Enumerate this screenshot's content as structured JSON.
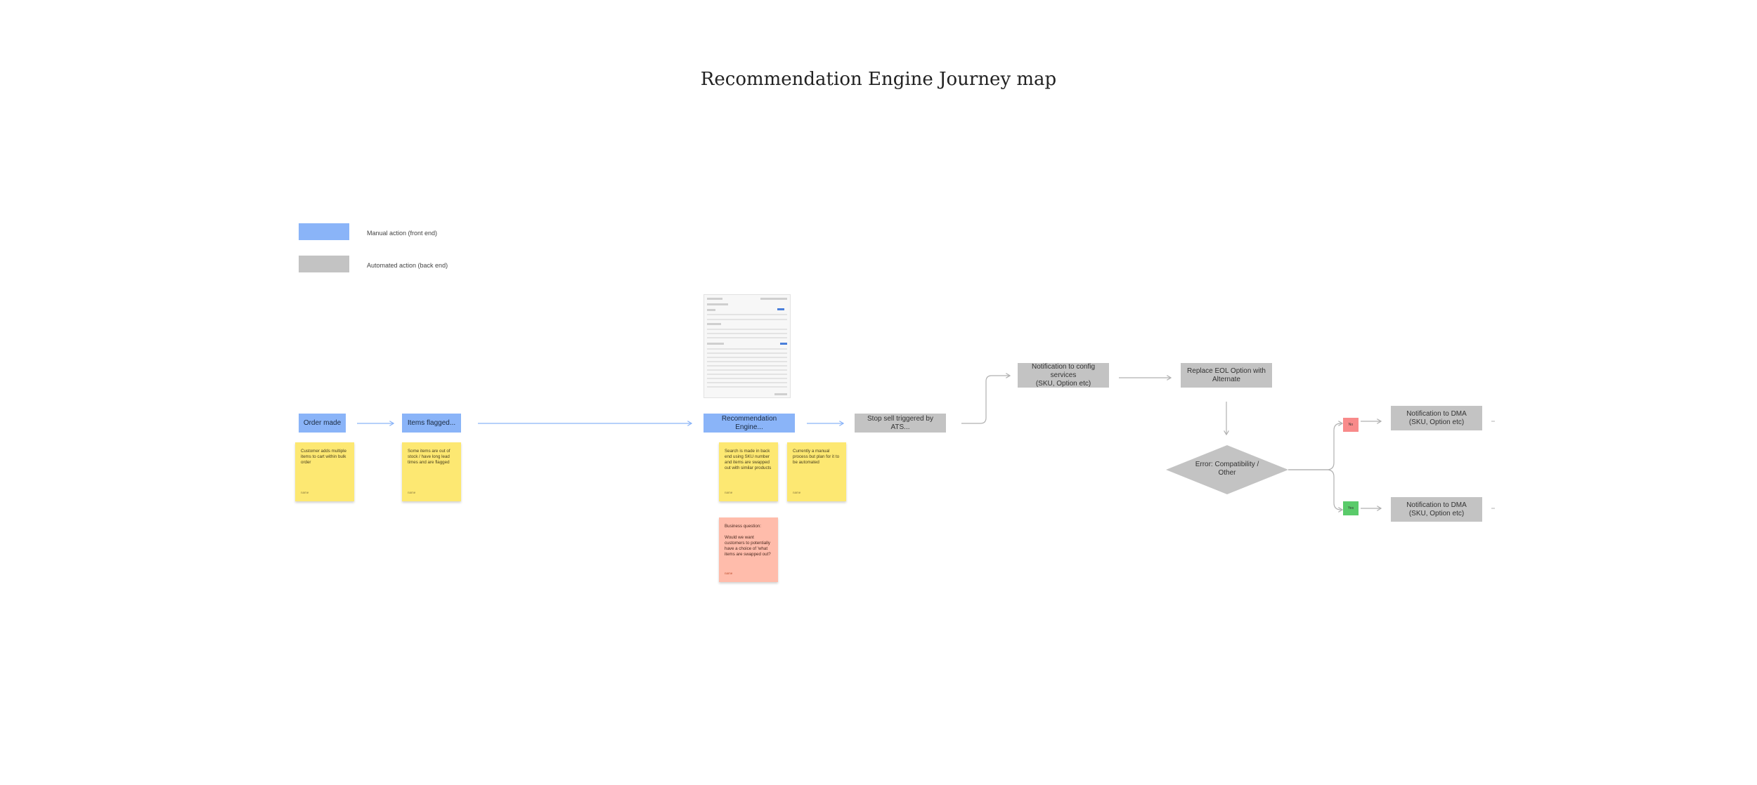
{
  "title": "Recommendation Engine Journey map",
  "legend": {
    "manual": {
      "label": "Manual action (front end)",
      "color": "#8ab4f8"
    },
    "automated": {
      "label": "Automated action (back end)",
      "color": "#c3c3c3"
    }
  },
  "nodes": {
    "order_made": "Order made",
    "items_flagged": "Items flagged...",
    "recommendation_engine": "Recommendation Engine...",
    "stop_sell": "Stop sell triggered by ATS...",
    "notification_config": "Notification to config services\n(SKU, Option etc)",
    "replace_eol": "Replace EOL Option with\nAlternate",
    "error_decision": "Error: Compatibility /\nOther",
    "notification_dma_top": "Notification to DMA\n(SKU, Option etc)",
    "notification_dma_bottom": "Notification to DMA\n(SKU, Option etc)"
  },
  "tags": {
    "no": "No",
    "yes": "Yes"
  },
  "stickies": {
    "customer": {
      "text": "Customer adds multiple items to cart within bulk order",
      "author": "name"
    },
    "items": {
      "text": "Some items are out of stock / have long lead times and are flagged",
      "author": "name"
    },
    "search": {
      "text": "Search is made in back end using SKU number and items are swapped out with similar products",
      "author": "name"
    },
    "manual": {
      "text": "Currently a manual process but plan for it to be automated",
      "author": "name"
    },
    "business": {
      "text": "Business question:\n\nWould we want customers to potentially have a choice of 'what items are swapped out?",
      "author": "name"
    }
  },
  "colors": {
    "blue": "#8ab4f8",
    "gray": "#c3c3c3",
    "sticky_yellow": "#fde872",
    "sticky_salmon": "#ffbcab",
    "no_red": "#f88a8a",
    "yes_green": "#5acb6a",
    "flow_blue": "#8ab4f8",
    "flow_gray": "#b0b0b0"
  }
}
